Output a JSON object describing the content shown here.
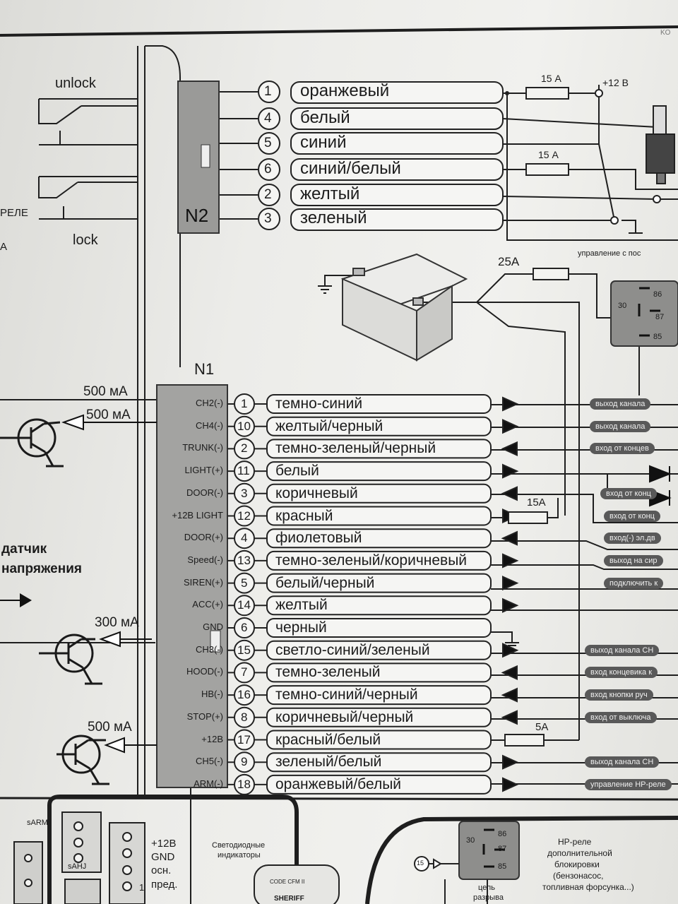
{
  "left_panel": {
    "unlock": "unlock",
    "lock": "lock",
    "rele": "РЕЛЕ",
    "a_letter": "А",
    "sensor_line1": "датчик",
    "sensor_line2": "напряжения"
  },
  "currents": {
    "c1": "500 мА",
    "c2": "500 мА",
    "c3": "300 мА",
    "c4": "500 мА"
  },
  "n2": {
    "label": "N2",
    "rows": [
      {
        "num": "1",
        "color": "оранжевый"
      },
      {
        "num": "4",
        "color": "белый"
      },
      {
        "num": "5",
        "color": "синий"
      },
      {
        "num": "6",
        "color": "синий/белый"
      },
      {
        "num": "2",
        "color": "желтый"
      },
      {
        "num": "3",
        "color": "зеленый"
      }
    ],
    "fuse1": "15 А",
    "fuse2": "15 А",
    "plus12": "+12 В",
    "control_note": "управление с пос"
  },
  "power": {
    "fuse": "25А",
    "relay_pins": [
      "30",
      "86",
      "87",
      "85"
    ]
  },
  "n1": {
    "label": "N1",
    "rows": [
      {
        "pin": "CH2(-)",
        "num": "1",
        "color": "темно-синий",
        "right": "выход канала"
      },
      {
        "pin": "CH4(-)",
        "num": "10",
        "color": "желтый/черный",
        "right": "выход канала"
      },
      {
        "pin": "TRUNK(-)",
        "num": "2",
        "color": "темно-зеленый/черный",
        "right": "вход от концев"
      },
      {
        "pin": "LIGHT(+)",
        "num": "11",
        "color": "белый",
        "right": ""
      },
      {
        "pin": "DOOR(-)",
        "num": "3",
        "color": "коричневый",
        "right": "вход от конц"
      },
      {
        "pin": "+12В LIGHT",
        "num": "12",
        "color": "красный",
        "right": "вход от конц"
      },
      {
        "pin": "DOOR(+)",
        "num": "4",
        "color": "фиолетовый",
        "right": "вход(-) эл.дв"
      },
      {
        "pin": "Speed(-)",
        "num": "13",
        "color": "темно-зеленый/коричневый",
        "right": "выход на сир"
      },
      {
        "pin": "SIREN(+)",
        "num": "5",
        "color": "белый/черный",
        "right": "подключить к"
      },
      {
        "pin": "ACC(+)",
        "num": "14",
        "color": "желтый",
        "right": ""
      },
      {
        "pin": "GND",
        "num": "6",
        "color": "черный",
        "right": ""
      },
      {
        "pin": "CH3(-)",
        "num": "15",
        "color": "светло-синий/зеленый",
        "right": "выход канала CH"
      },
      {
        "pin": "HOOD(-)",
        "num": "7",
        "color": "темно-зеленый",
        "right": "вход концевика к"
      },
      {
        "pin": "HB(-)",
        "num": "16",
        "color": "темно-синий/черный",
        "right": "вход кнопки руч"
      },
      {
        "pin": "STOP(+)",
        "num": "8",
        "color": "коричневый/черный",
        "right": "вход от выключа"
      },
      {
        "pin": "+12В",
        "num": "17",
        "color": "красный/белый",
        "right": ""
      },
      {
        "pin": "CH5(-)",
        "num": "9",
        "color": "зеленый/белый",
        "right": "выход канала CH"
      },
      {
        "pin": "ARM(-)",
        "num": "18",
        "color": "оранжевый/белый",
        "right": "управление HP-реле"
      }
    ],
    "fuse_15a": "15А",
    "fuse_5a": "5А"
  },
  "bottom": {
    "sarm": "sARM",
    "sahj": "sAHJ",
    "plus12": "+12В",
    "gnd": "GND",
    "osn": "осн.",
    "pred": "пред.",
    "one": "1",
    "led_line1": "Светодиодные",
    "led_line2": "индикаторы",
    "code": "CODE CFM II",
    "brand": "SHERIFF",
    "relay_pins": [
      "30",
      "86",
      "87",
      "85"
    ],
    "badge": "15",
    "break_line1": "цепь",
    "break_line2": "разрыва",
    "hp_line1": "HP-реле",
    "hp_line2": "дополнительной",
    "hp_line3": "блокировки",
    "hp_line4": "(бензонасос,",
    "hp_line5": "топливная форсунка...)",
    "corner_code": "KO"
  }
}
